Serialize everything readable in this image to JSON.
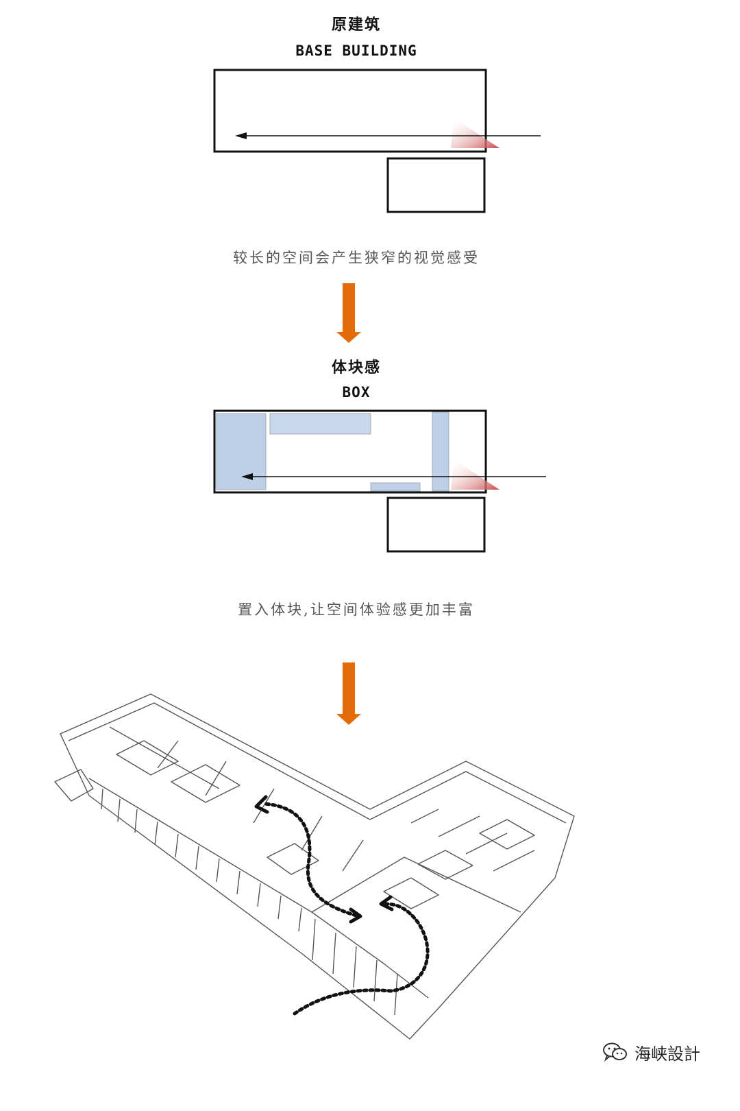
{
  "section1": {
    "title_cn": "原建筑",
    "title_en": "BASE BUILDING",
    "caption": "较长的空间会产生狭窄的视觉感受"
  },
  "section2": {
    "title_cn": "体块感",
    "title_en": "BOX",
    "caption": "置入体块,让空间体验感更加丰富"
  },
  "watermark": {
    "text": "海峡設計",
    "icon": "wechat-icon"
  },
  "colors": {
    "arrow_orange": "#e36c09",
    "box_blue": "#bed0e8",
    "cone_red": "#c94a4a",
    "outline": "#111111",
    "caption_gray": "#555555"
  }
}
